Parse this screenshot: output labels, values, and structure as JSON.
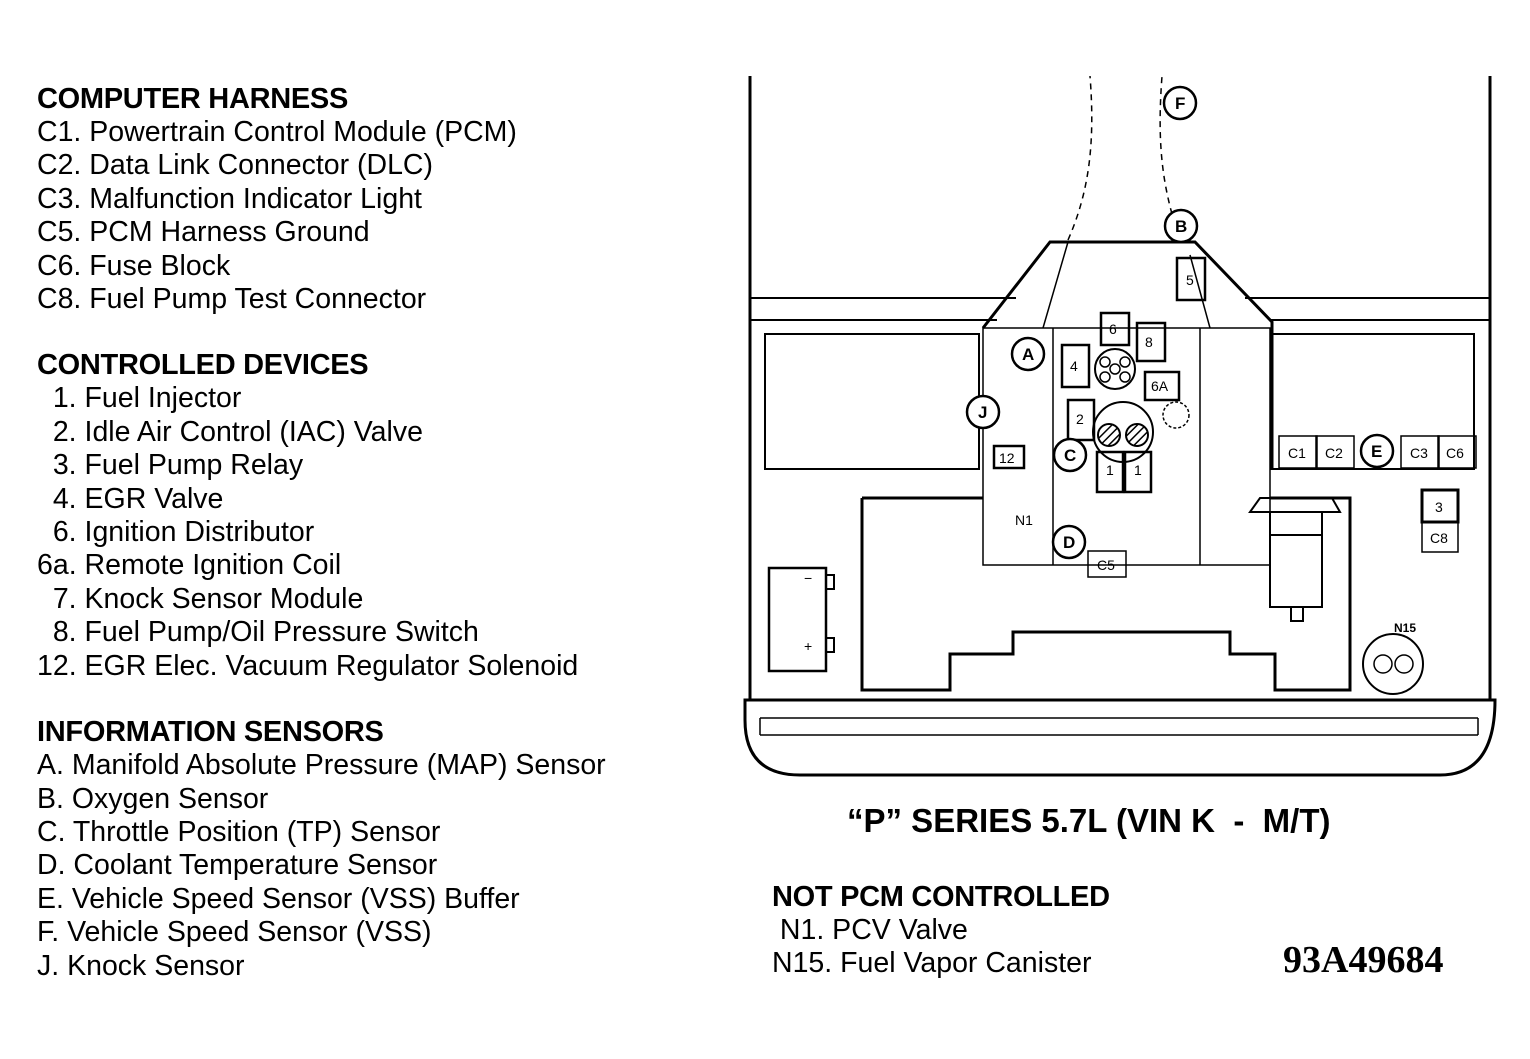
{
  "computer_harness": {
    "title": "COMPUTER HARNESS",
    "items": [
      "C1. Powertrain Control Module (PCM)",
      "C2. Data Link Connector (DLC)",
      "C3. Malfunction Indicator Light",
      "C5. PCM Harness Ground",
      "C6. Fuse Block",
      "C8. Fuel Pump Test Connector"
    ]
  },
  "controlled_devices": {
    "title": "CONTROLLED DEVICES",
    "items": [
      "  1. Fuel Injector",
      "  2. Idle Air Control (IAC) Valve",
      "  3. Fuel Pump Relay",
      "  4. EGR Valve",
      "  6. Ignition Distributor",
      "6a. Remote Ignition Coil",
      "  7. Knock Sensor Module",
      "  8. Fuel Pump/Oil Pressure Switch",
      "12. EGR Elec. Vacuum Regulator Solenoid"
    ]
  },
  "information_sensors": {
    "title": "INFORMATION SENSORS",
    "items": [
      "A. Manifold Absolute Pressure (MAP) Sensor",
      "B. Oxygen Sensor",
      "C. Throttle Position (TP) Sensor",
      "D. Coolant Temperature Sensor",
      "E. Vehicle Speed Sensor (VSS) Buffer",
      "F. Vehicle Speed Sensor (VSS)",
      "J. Knock Sensor"
    ]
  },
  "caption": "“P” SERIES 5.7L (VIN K  -  M/T)",
  "not_pcm_controlled": {
    "title": "NOT PCM CONTROLLED",
    "items": [
      " N1. PCV Valve",
      "N15. Fuel Vapor Canister"
    ]
  },
  "figure_code": "93A49684",
  "diagram_labels": {
    "A": "A",
    "B": "B",
    "C": "C",
    "D": "D",
    "E": "E",
    "F": "F",
    "J": "J",
    "c1": "C1",
    "c2": "C2",
    "c3": "C3",
    "c5": "C5",
    "c6": "C6",
    "c8": "C8",
    "n1": "N1",
    "n15": "N15",
    "b1": "1",
    "b1b": "1",
    "b2": "2",
    "b3": "3",
    "b4": "4",
    "b5": "5",
    "b6": "6",
    "b6a": "6A",
    "b8": "8",
    "b12": "12",
    "neg": "−",
    "pos": "+"
  }
}
